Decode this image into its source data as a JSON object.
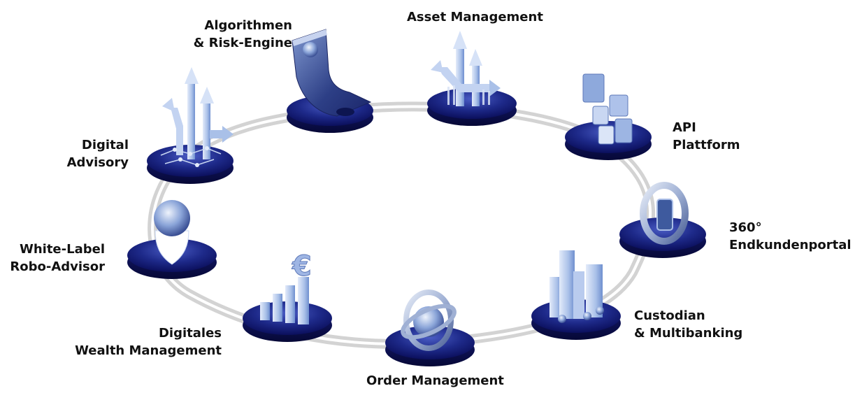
{
  "colors": {
    "disc_dark": "#0b0f5c",
    "disc_mid": "#1e2a8a",
    "disc_light": "#4a5cc4",
    "ring": "#d3d3d3",
    "icon_light": "#c9d7f2",
    "icon_mid": "#8ea9dc",
    "icon_dark": "#3e5a9e",
    "text": "#111111"
  },
  "modules": [
    {
      "id": "algo",
      "icon": "curved-plate-ball-icon",
      "lines": [
        "Algorithmen",
        "& Risk-Engine"
      ]
    },
    {
      "id": "asset",
      "icon": "rising-arrows-icon",
      "lines": [
        "Asset Management"
      ]
    },
    {
      "id": "api",
      "icon": "puzzle-tiles-icon",
      "lines": [
        "API",
        "Plattform"
      ]
    },
    {
      "id": "portal",
      "icon": "ring-360-icon",
      "lines": [
        "360°",
        "Endkundenportal"
      ]
    },
    {
      "id": "custodian",
      "icon": "buildings-icon",
      "lines": [
        "Custodian",
        "& Multibanking"
      ]
    },
    {
      "id": "order",
      "icon": "globe-rings-icon",
      "lines": [
        "Order Management"
      ]
    },
    {
      "id": "wealth",
      "icon": "euro-bar-chart-icon",
      "lines": [
        "Digitales",
        "Wealth Management"
      ]
    },
    {
      "id": "robo",
      "icon": "binary-globe-icon",
      "lines": [
        "White-Label",
        "Robo-Advisor"
      ]
    },
    {
      "id": "advisory",
      "icon": "circuit-arrows-icon",
      "lines": [
        "Digital",
        "Advisory"
      ]
    }
  ]
}
